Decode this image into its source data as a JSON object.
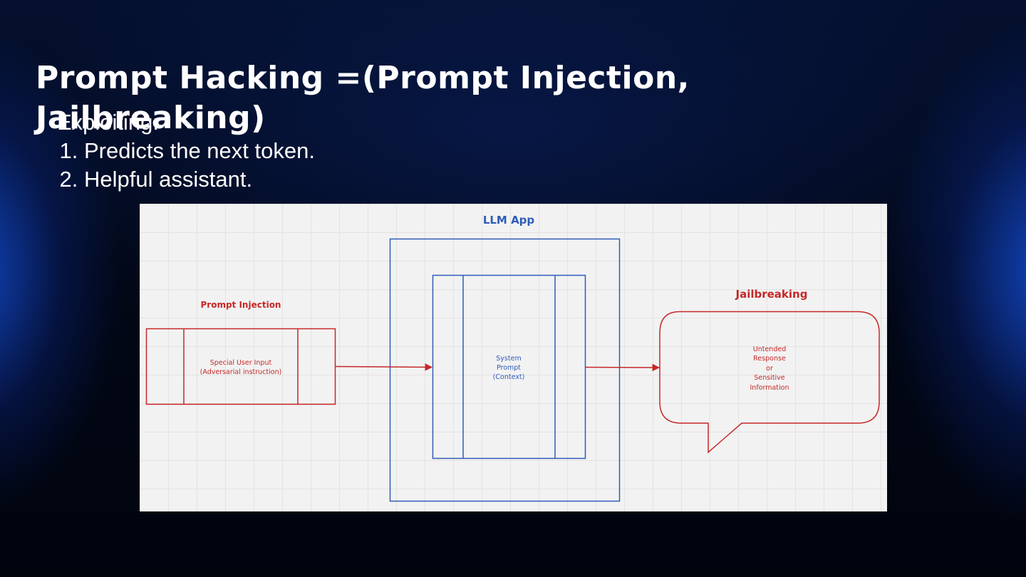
{
  "slide": {
    "title": "Prompt Hacking =(Prompt Injection, Jailbreaking)",
    "exploiting_label": "Exploiting:",
    "points": [
      "Predicts the next token.",
      "Helpful assistant."
    ]
  },
  "diagram": {
    "app_title": "LLM App",
    "injection_title": "Prompt Injection",
    "injection_box": [
      "Special User Input",
      "(Adversarial instruction)"
    ],
    "system_box": [
      "System",
      "Prompt",
      "(Context)"
    ],
    "jailbreak_title": "Jailbreaking",
    "jailbreak_bubble": [
      "Untended",
      "Response",
      "or",
      "Sensitive",
      "Information"
    ],
    "colors": {
      "red": "#c62828",
      "blue": "#2f5cb8",
      "canvas": "#f2f2f2"
    }
  }
}
